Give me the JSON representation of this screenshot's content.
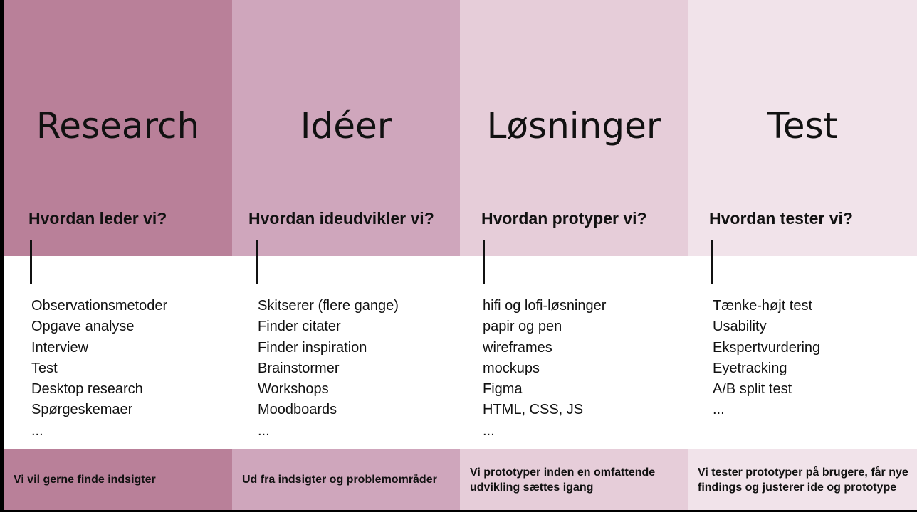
{
  "columns": [
    {
      "title": "Research",
      "question": "Hvordan leder vi?",
      "items": [
        "Observationsmetoder",
        "Opgave analyse",
        "Interview",
        "Test",
        "Desktop research",
        "Spørgeskemaer",
        "..."
      ],
      "footer": "Vi vil gerne finde indsigter",
      "top_color": "#b98099",
      "bottom_color": "#b98099"
    },
    {
      "title": "Idéer",
      "question": "Hvordan ideudvikler vi?",
      "items": [
        "Skitserer (flere gange)",
        "Finder citater",
        "Finder inspiration",
        "Brainstormer",
        "Workshops",
        "Moodboards",
        "..."
      ],
      "footer": "Ud fra indsigter og problemområder",
      "top_color": "#cfa6bc",
      "bottom_color": "#cfa6bc"
    },
    {
      "title": "Løsninger",
      "question": "Hvordan protyper vi?",
      "items": [
        "hifi og lofi-løsninger",
        "papir og pen",
        "wireframes",
        "mockups",
        "Figma",
        "HTML, CSS, JS",
        "..."
      ],
      "footer": "Vi prototyper inden en omfattende udvikling sættes igang",
      "top_color": "#e6cdd9",
      "bottom_color": "#e6cdd9"
    },
    {
      "title": "Test",
      "question": "Hvordan tester vi?",
      "items": [
        "Tænke-højt test",
        "Usability",
        "Ekspertvurdering",
        "Eyetracking",
        "A/B split test",
        "..."
      ],
      "footer": "Vi tester prototyper på brugere, får nye findings og justerer ide og prototype",
      "top_color": "#f1e3ea",
      "bottom_color": "#f1e3ea"
    }
  ]
}
